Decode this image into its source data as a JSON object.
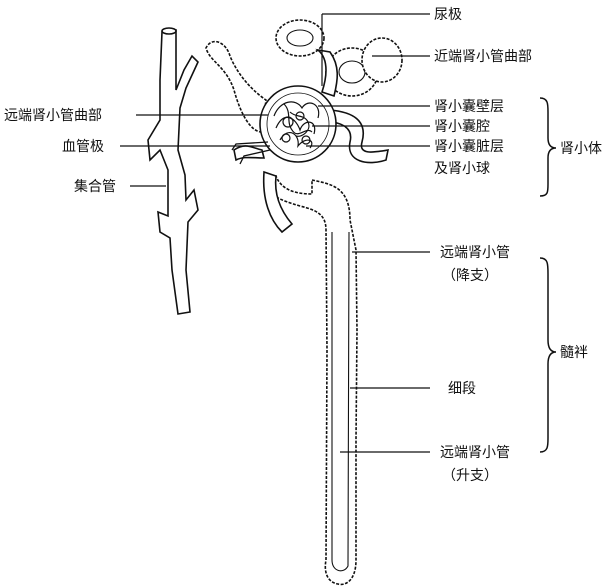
{
  "labels": {
    "urinary_pole": "尿极",
    "proximal_convoluted": "近端肾小管曲部",
    "distal_convoluted": "远端肾小管曲部",
    "parietal_layer": "肾小囊壁层",
    "capsule_cavity": "肾小囊腔",
    "visceral_layer_line1": "肾小囊脏层",
    "visceral_layer_line2": "及肾小球",
    "renal_corpuscle": "肾小体",
    "vascular_pole": "血管极",
    "collecting_duct": "集合管",
    "distal_straight_line1": "远端肾小管",
    "distal_straight_line2": "（降支）",
    "thin_segment": "细段",
    "distal_ascending_line1": "远端肾小管",
    "distal_ascending_line2": "（升支）",
    "loop_of_henle": "髓袢"
  }
}
